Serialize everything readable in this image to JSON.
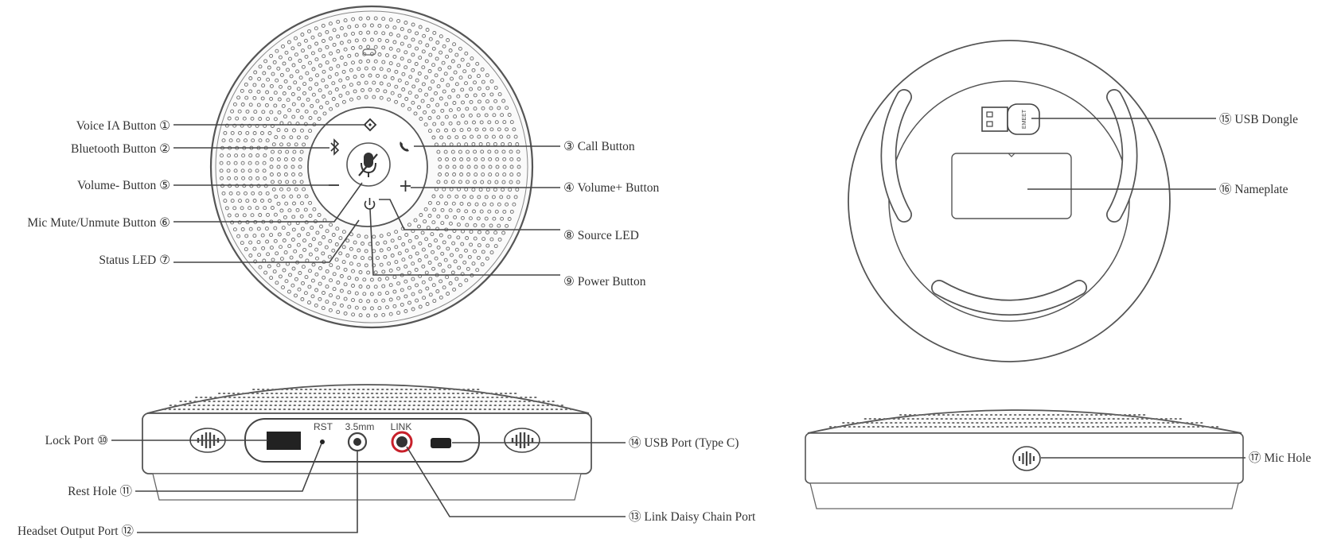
{
  "top_view": {
    "labels": {
      "voice_ia": "Voice IA Button ①",
      "bluetooth": "Bluetooth Button ②",
      "call": "③ Call Button",
      "volume_plus": "④ Volume+ Button",
      "volume_minus": "Volume- Button ⑤",
      "mic_mute": "Mic Mute/Unmute Button ⑥",
      "status_led": "Status LED ⑦",
      "source_led": "⑧ Source LED",
      "power": "⑨ Power Button"
    }
  },
  "side_view": {
    "port_labels": {
      "rst": "RST",
      "headset": "3.5mm",
      "link": "LINK"
    },
    "labels": {
      "lock_port": "Lock Port ⑩",
      "rest_hole": "Rest Hole ⑪",
      "headset_port": "Headset Output Port ⑫",
      "link_port": "⑬ Link Daisy Chain Port",
      "usb_port": "⑭ USB Port (Type C)"
    }
  },
  "bottom_view": {
    "dongle_text": "EMEET",
    "labels": {
      "usb_dongle": "⑮ USB Dongle",
      "nameplate": "⑯ Nameplate"
    }
  },
  "side_view_2": {
    "labels": {
      "mic_hole": "⑰ Mic Hole"
    }
  },
  "colors": {
    "line": "#444444",
    "outline": "#555555",
    "grille": "#6a6a6a",
    "link_ring": "#c8202a"
  },
  "icons": [
    "voice-ia-icon",
    "bluetooth-icon",
    "call-icon",
    "volume-plus-icon",
    "volume-minus-icon",
    "mic-icon",
    "power-icon",
    "speaker-grille-icon",
    "mic-hole-icon"
  ]
}
